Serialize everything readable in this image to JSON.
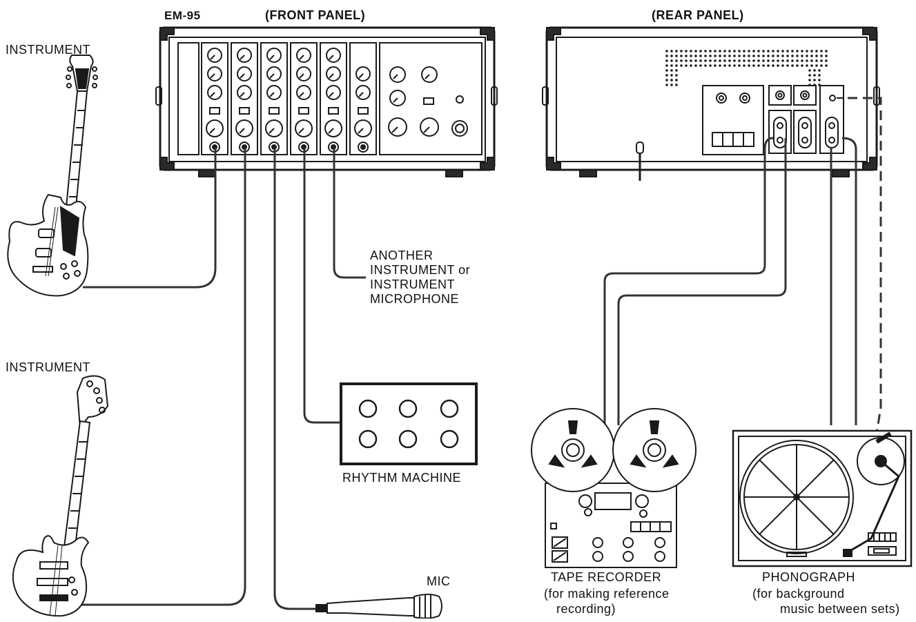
{
  "title": {
    "model": "EM-95",
    "front_panel": "(FRONT PANEL)",
    "rear_panel": "(REAR PANEL)"
  },
  "labels": {
    "instrument_1": "INSTRUMENT",
    "instrument_2": "INSTRUMENT",
    "another_line1": "ANOTHER",
    "another_line2": "INSTRUMENT or",
    "another_line3": "INSTRUMENT",
    "another_line4": "MICROPHONE",
    "rhythm_machine": "RHYTHM MACHINE",
    "mic": "MIC",
    "tape_recorder": "TAPE RECORDER",
    "tape_note_1": "(for making reference",
    "tape_note_2": "recording)",
    "phonograph": "PHONOGRAPH",
    "phono_note_1": "(for background",
    "phono_note_2": "music between sets)"
  },
  "colors": {
    "line": "#1a1a1a",
    "cable": "#333333",
    "panel_fill": "#ffffff",
    "corner_fill": "#2a2a2a"
  }
}
